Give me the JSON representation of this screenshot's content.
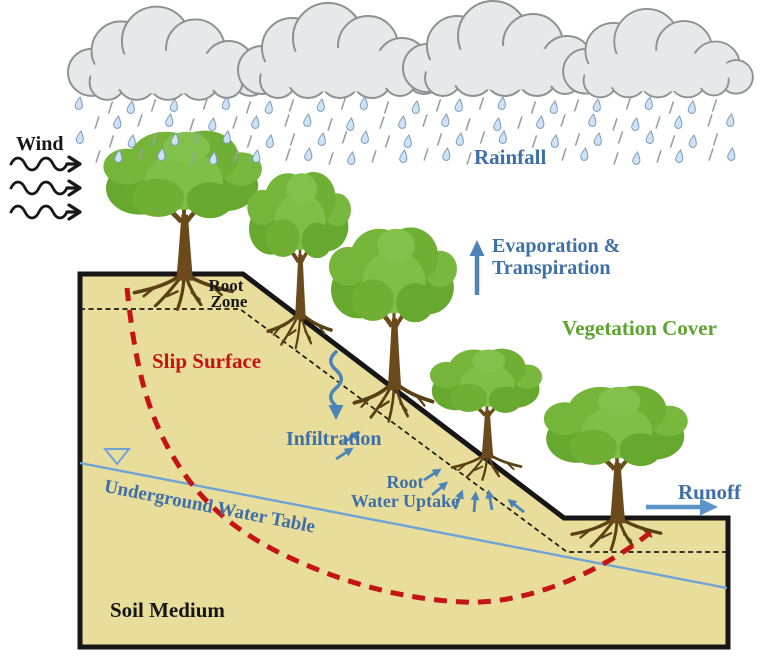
{
  "labels": {
    "wind": "Wind",
    "rainfall": "Rainfall",
    "evaporation_line1": "Evaporation &",
    "evaporation_line2": "Transpiration",
    "vegetation_cover": "Vegetation Cover",
    "root_zone_line1": "Root",
    "root_zone_line2": "Zone",
    "slip_surface": "Slip Surface",
    "infiltration": "Infiltration",
    "root_water_uptake_line1": "Root",
    "root_water_uptake_line2": "Water Uptake",
    "underground_water_table": "Underground Water Table",
    "runoff": "Runoff",
    "soil_medium": "Soil Medium"
  },
  "colors": {
    "label_blue": "#3e6fa6",
    "arrow_blue": "#4d84b8",
    "water_line_blue": "#6ea3d6",
    "label_red": "#c41414",
    "label_green": "#5da32e",
    "label_black": "#161616",
    "soil_fill": "#e9dd9b",
    "soil_outline": "#161616",
    "tree_green": "#74b53a",
    "trunk_brown": "#6b4a1c",
    "root_brown": "#5a4015",
    "cloud_fill": "#e7e8ea",
    "cloud_outline": "#8f9094",
    "raindrop_fill": "#cfe2f3",
    "raindrop_outline": "#7d9cbc"
  }
}
